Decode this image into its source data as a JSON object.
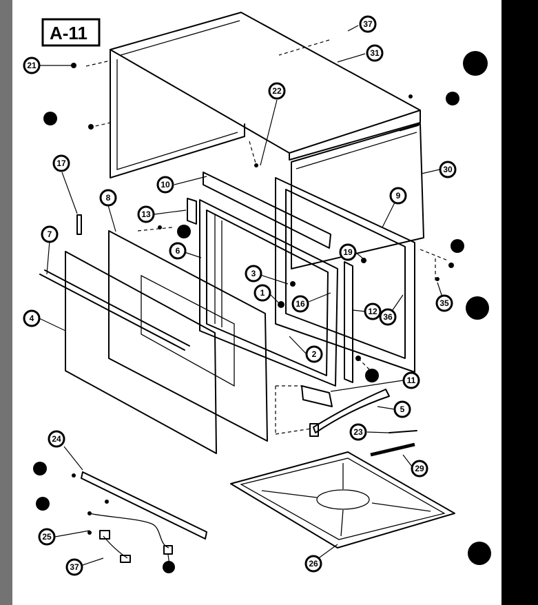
{
  "diagram": {
    "title": "A-11",
    "callouts": [
      "37",
      "31",
      "21",
      "22",
      "30",
      "17",
      "10",
      "9",
      "8",
      "13",
      "7",
      "6",
      "19",
      "3",
      "1",
      "16",
      "12",
      "36",
      "35",
      "4",
      "2",
      "11",
      "5",
      "23",
      "24",
      "29",
      "25",
      "37",
      "26"
    ]
  }
}
